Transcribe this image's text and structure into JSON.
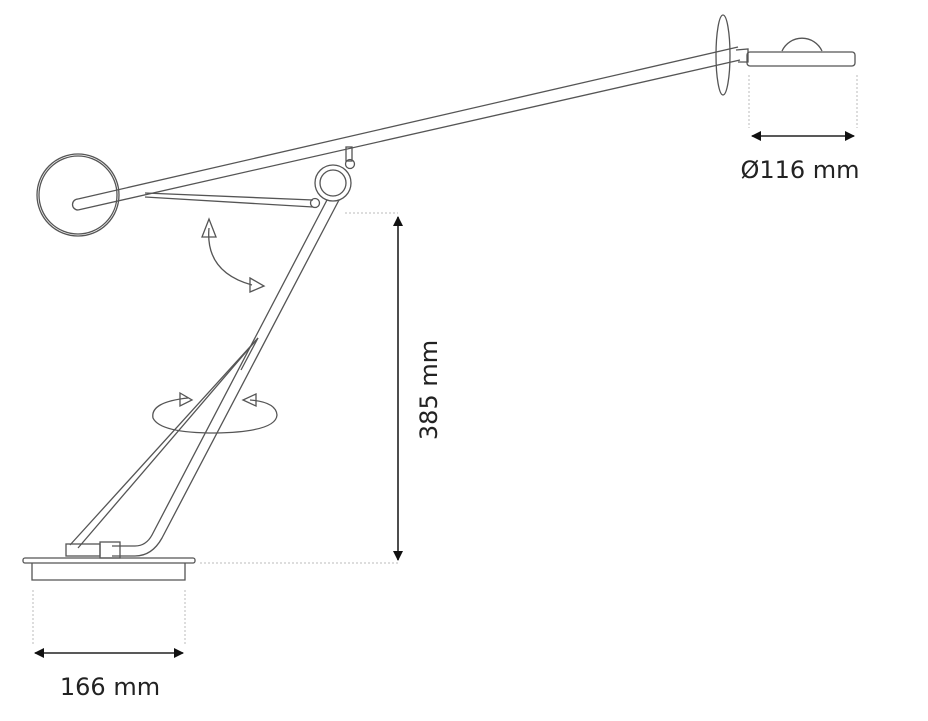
{
  "diagram": {
    "dimensions": {
      "head_diameter": "Ø116 mm",
      "height": "385 mm",
      "base_width": "166 mm"
    },
    "colors": {
      "line": "#555555",
      "dimension": "#222222"
    }
  }
}
